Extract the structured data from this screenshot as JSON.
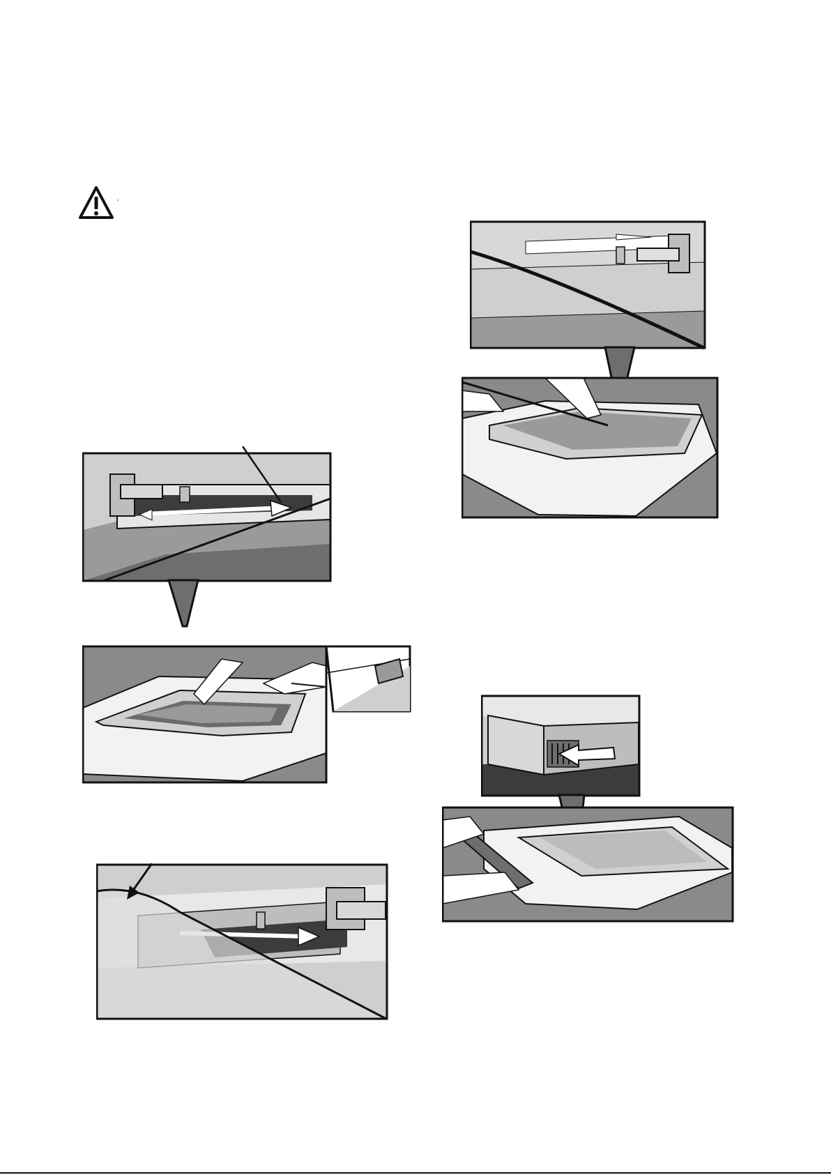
{
  "warning": {
    "icon": "warning-triangle-icon",
    "mark": "'"
  },
  "figures": [
    {
      "id": "figure-top-left-detail",
      "description_icon": "frame-latch-detail"
    },
    {
      "id": "figure-top-left-main",
      "description_icon": "door-panel-assembly"
    },
    {
      "id": "figure-bottom-left",
      "description_icon": "frame-latch-closeup"
    },
    {
      "id": "figure-top-right-detail",
      "description_icon": "glass-rail-detail"
    },
    {
      "id": "figure-top-right-main",
      "description_icon": "glass-insertion"
    },
    {
      "id": "figure-bottom-right-detail",
      "description_icon": "hinge-slot-detail"
    },
    {
      "id": "figure-bottom-right-main",
      "description_icon": "door-handle-assembly"
    }
  ],
  "colors": {
    "ink": "#111111",
    "dark_gray": "#6e6e6e",
    "mid_gray": "#9a9a9a",
    "light_gray": "#cfcfcf",
    "paper": "#ffffff"
  }
}
